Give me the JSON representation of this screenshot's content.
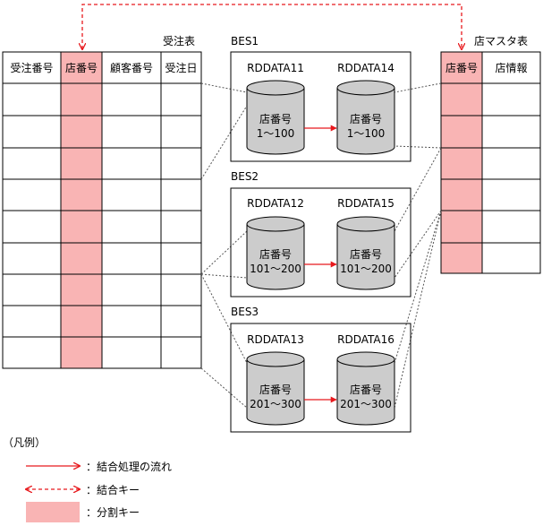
{
  "order_table": {
    "title": "受注表",
    "columns": [
      "受注番号",
      "店番号",
      "顧客番号",
      "受注日"
    ]
  },
  "store_table": {
    "title": "店マスタ表",
    "columns": [
      "店番号",
      "店情報"
    ]
  },
  "servers": [
    {
      "name": "BES1",
      "rd_left": "RDDATA11",
      "rd_right": "RDDATA14",
      "db_label": "店番号",
      "range": "1～100"
    },
    {
      "name": "BES2",
      "rd_left": "RDDATA12",
      "rd_right": "RDDATA15",
      "db_label": "店番号",
      "range": "101～200"
    },
    {
      "name": "BES3",
      "rd_left": "RDDATA13",
      "rd_right": "RDDATA16",
      "db_label": "店番号",
      "range": "201～300"
    }
  ],
  "legend": {
    "title": "（凡例）",
    "items": [
      {
        "label": "：結合処理の流れ",
        "kind": "flow"
      },
      {
        "label": "：結合キー",
        "kind": "join-key"
      },
      {
        "label": "：分割キー",
        "kind": "partition-key"
      }
    ]
  },
  "colors": {
    "highlight": "#f9b4b4",
    "arrow": "#e8191d",
    "line": "#000000",
    "cylinder": "#cccccc"
  }
}
